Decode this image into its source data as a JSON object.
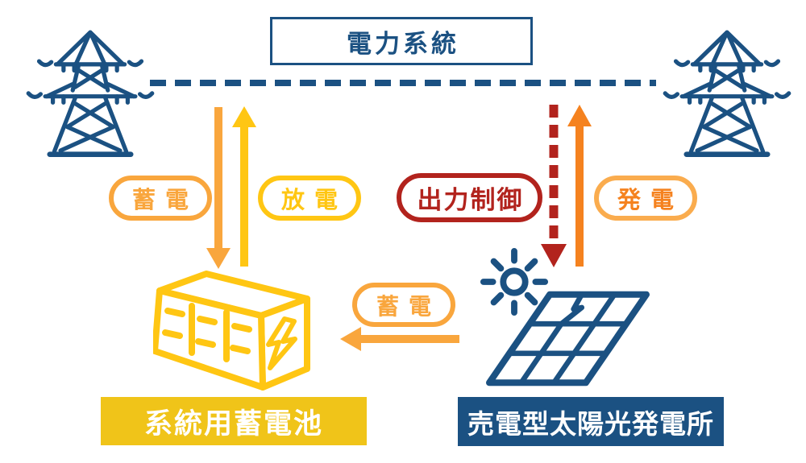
{
  "colors": {
    "dark_blue": "#1B5182",
    "orange": "#F9A63D",
    "deep_orange": "#F5821F",
    "yellow": "#FFC613",
    "dark_red": "#B2231D",
    "label_yellow": "#F0C419",
    "generation_border": "#FAAC4E",
    "white": "#FFFFFF"
  },
  "grid": {
    "title": "電力系統"
  },
  "flows": {
    "charge_grid": "蓄電",
    "discharge": "放電",
    "curtailment": "出力制御",
    "generation": "発電",
    "charge_solar": "蓄電"
  },
  "nodes": {
    "battery": "系統用蓄電池",
    "solar": "売電型太陽光発電所"
  },
  "icons": {
    "left_tower": "transmission-tower-icon",
    "right_tower": "transmission-tower-icon",
    "battery": "battery-container-icon",
    "sun": "sun-icon",
    "panel": "solar-panel-icon"
  }
}
